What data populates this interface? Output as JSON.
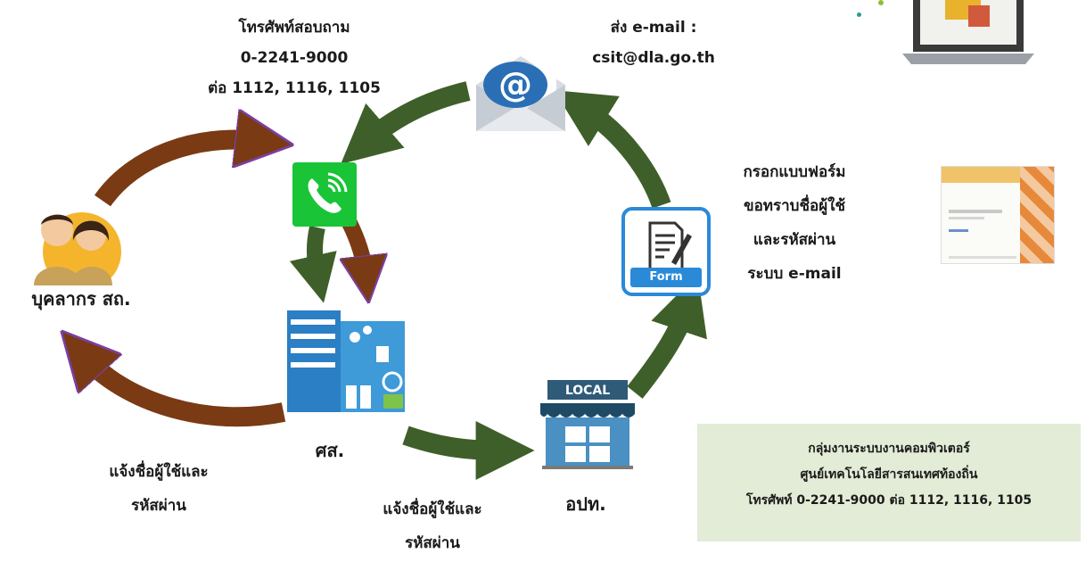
{
  "phone_label": {
    "line1": "โทรศัพท์สอบถาม",
    "line2": "0-2241-9000",
    "line3": "ต่อ 1112, 1116, 1105"
  },
  "email_label": {
    "line1": "ส่ง e-mail :",
    "line2": "csit@dla.go.th"
  },
  "form_label": {
    "line1": "กรอกแบบฟอร์ม",
    "line2": "ขอทราบชื่อผู้ใช้",
    "line3": "และรหัสผ่าน",
    "line4": "ระบบ e-mail"
  },
  "personnel_label": "บุคลากร สถ.",
  "center_label": "ศส.",
  "local_label": "อปท.",
  "notify_left": {
    "line1": "แจ้งชื่อผู้ใช้และ",
    "line2": "รหัสผ่าน"
  },
  "notify_bottom": {
    "line1": "แจ้งชื่อผู้ใช้และ",
    "line2": "รหัสผ่าน"
  },
  "shop_sign": "LOCAL",
  "form_icon_caption": "Form",
  "email_icon_glyph": "@",
  "info_box": {
    "line1": "กลุ่มงานระบบงานคอมพิวเตอร์",
    "line2": "ศูนย์เทคโนโลยีสารสนเทศท้องถิ่น",
    "line3": "โทรศัพท์ 0-2241-9000 ต่อ 1112, 1116, 1105"
  },
  "colors": {
    "green_arrow": "#3f5f2a",
    "brown_arrow": "#7a3a14",
    "head_outline": "#7b3fa0",
    "info_bg": "#e3ecd6"
  }
}
